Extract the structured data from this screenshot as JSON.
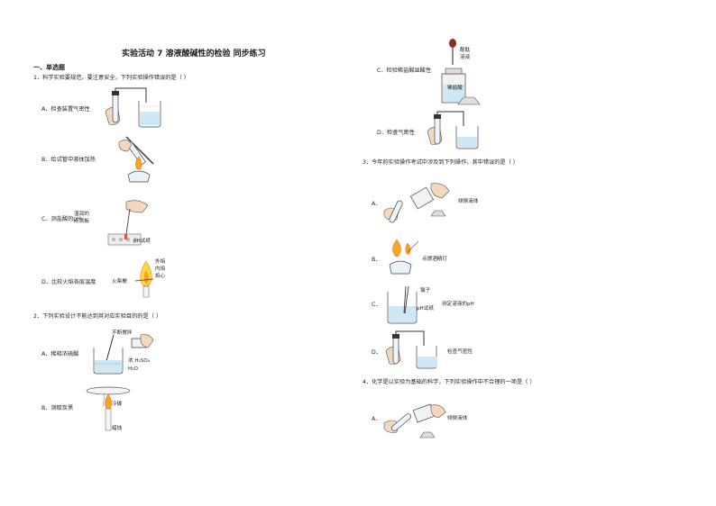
{
  "title": "实验活动 7  溶液酸碱性的检验  同步练习",
  "section": "一、单选题",
  "left": {
    "q1": {
      "stem": "1．科学实验要规范，要注意安全，下列实验操作错误的是（    ）",
      "a": "A．检查装置气密性",
      "b": "B．给试管中液体加热",
      "c": "C．测盐酸的pH",
      "c_labels": [
        "湿润的",
        "点滴板",
        "pH试纸"
      ],
      "d": "D．比较火焰各层温度",
      "d_labels": [
        "外焰",
        "内焰",
        "焰心",
        "火柴梗"
      ]
    },
    "q2": {
      "stem": "2．下列实验设计不能达到其对应实验目的的是（    ）",
      "a": "A．稀释浓硫酸",
      "a_labels": [
        "不断搅拌",
        "浓 H₂SO₄",
        "H₂O"
      ],
      "b": "B．测取炭黑",
      "b_labels": [
        "冷碟",
        "蜡烛"
      ]
    }
  },
  "right": {
    "q2": {
      "c": "C．检验稀盐酸显酸性",
      "c_labels": [
        "酚酞",
        "溶液",
        "稀盐酸"
      ],
      "d": "D．检查气密性"
    },
    "q3": {
      "stem": "3．今年的实验操作考试中涉及到下列操作，其中错误的是（    ）",
      "a_label": "倾倒液体",
      "b_label": "点燃酒精灯",
      "c_labels": [
        "镊子",
        "pH试纸",
        "测定溶液的pH"
      ],
      "d_label": "检查气密性"
    },
    "q4": {
      "stem": "4．化学是以实验为基础的科学，下列实验操作中不合理的一项是（    ）",
      "a_label": "倾倒液体"
    },
    "letters": [
      "A．",
      "B．",
      "C．",
      "D．",
      "A．"
    ]
  }
}
